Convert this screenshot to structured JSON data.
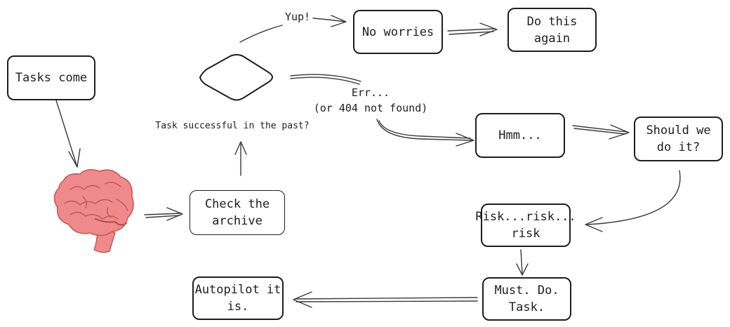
{
  "nodes": {
    "tasks_come": "Tasks come",
    "check_archive": "Check the\narchive",
    "decision": "Task successful in the past?",
    "no_worries": "No worries",
    "do_again": "Do this\nagain",
    "hmm": "Hmm...",
    "should_we": "Should we\ndo it?",
    "risk": "Risk...risk...\nrisk",
    "must_do": "Must. Do.\nTask.",
    "autopilot": "Autopilot it\nis."
  },
  "edge_labels": {
    "yes": "Yup!",
    "no": "Err...\n(or 404 not found)"
  },
  "icons": {
    "brain": "brain-icon"
  },
  "colors": {
    "stroke": "#1e1e1e",
    "brain_fill": "#f08a8a",
    "brain_outline": "#c25a5a"
  }
}
